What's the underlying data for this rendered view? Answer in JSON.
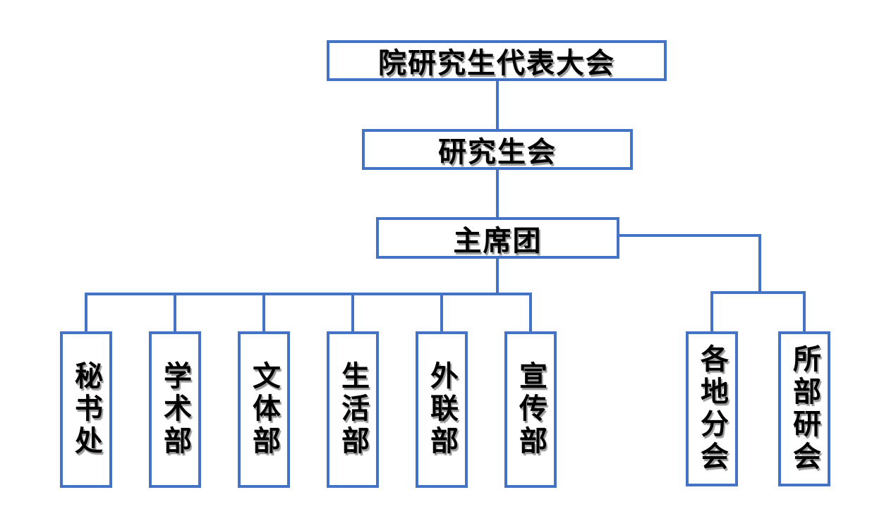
{
  "colors": {
    "line": "#4472C4",
    "text": "#000000",
    "background": "#FFFFFF"
  },
  "chart": {
    "type": "organization-chart",
    "nodes": {
      "assembly": {
        "label": "院研究生代表大会"
      },
      "union": {
        "label": "研究生会"
      },
      "presidium": {
        "label": "主席团"
      },
      "departments": [
        {
          "id": "secretariat",
          "label": "秘书处"
        },
        {
          "id": "academic",
          "label": "学术部"
        },
        {
          "id": "culture-sports",
          "label": "文体部"
        },
        {
          "id": "daily-life",
          "label": "生活部"
        },
        {
          "id": "external-liaison",
          "label": "外联部"
        },
        {
          "id": "publicity",
          "label": "宣传部"
        }
      ],
      "branches": [
        {
          "id": "regional-branches",
          "label": "各地分会"
        },
        {
          "id": "institute-divisions",
          "label": "所部研会"
        }
      ]
    },
    "hierarchy": [
      "assembly > union",
      "union > presidium",
      "presidium > departments[secretariat, academic, culture-sports, daily-life, external-liaison, publicity]",
      "presidium > branches[regional-branches, institute-divisions]"
    ]
  }
}
